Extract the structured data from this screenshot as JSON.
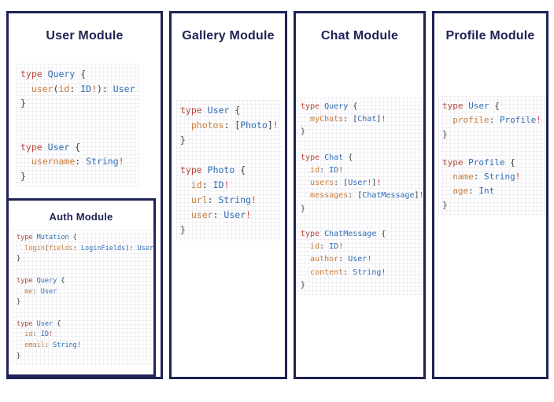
{
  "colors": {
    "navy": "#1f2254",
    "kw": "#b8463b",
    "tn": "#2f6cb3",
    "fn": "#ca7b38",
    "p": "#3d4147",
    "ex": "#d24435"
  },
  "modules": {
    "user": {
      "title": "User Module",
      "lines": [
        [
          [
            "type",
            "kw"
          ],
          [
            " ",
            "p"
          ],
          [
            "Query",
            "tn"
          ],
          [
            " {",
            "p"
          ]
        ],
        [
          [
            "  ",
            "p"
          ],
          [
            "user",
            "fn"
          ],
          [
            "(",
            "p"
          ],
          [
            "id",
            "fn"
          ],
          [
            ": ",
            "p"
          ],
          [
            "ID",
            "tn"
          ],
          [
            "!",
            "ex"
          ],
          [
            "): ",
            "p"
          ],
          [
            "User",
            "tn"
          ]
        ],
        [
          [
            "}",
            "p"
          ]
        ],
        [],
        [],
        [
          [
            "type",
            "kw"
          ],
          [
            " ",
            "p"
          ],
          [
            "User",
            "tn"
          ],
          [
            " {",
            "p"
          ]
        ],
        [
          [
            "  ",
            "p"
          ],
          [
            "username",
            "fn"
          ],
          [
            ": ",
            "p"
          ],
          [
            "String",
            "tn"
          ],
          [
            "!",
            "ex"
          ]
        ],
        [
          [
            "}",
            "p"
          ]
        ]
      ]
    },
    "auth": {
      "title": "Auth Module",
      "lines": [
        [
          [
            "type",
            "kw"
          ],
          [
            " ",
            "p"
          ],
          [
            "Mutation",
            "tn"
          ],
          [
            " {",
            "p"
          ]
        ],
        [
          [
            "  ",
            "p"
          ],
          [
            "login",
            "fn"
          ],
          [
            "(",
            "p"
          ],
          [
            "fields",
            "fn"
          ],
          [
            ": ",
            "p"
          ],
          [
            "LoginFields",
            "tn"
          ],
          [
            "): ",
            "p"
          ],
          [
            "User",
            "tn"
          ]
        ],
        [
          [
            "}",
            "p"
          ]
        ],
        [],
        [
          [
            "type",
            "kw"
          ],
          [
            " ",
            "p"
          ],
          [
            "Query",
            "tn"
          ],
          [
            " {",
            "p"
          ]
        ],
        [
          [
            "  ",
            "p"
          ],
          [
            "me",
            "fn"
          ],
          [
            ": ",
            "p"
          ],
          [
            "User",
            "tn"
          ]
        ],
        [
          [
            "}",
            "p"
          ]
        ],
        [],
        [
          [
            "type",
            "kw"
          ],
          [
            " ",
            "p"
          ],
          [
            "User",
            "tn"
          ],
          [
            " {",
            "p"
          ]
        ],
        [
          [
            "  ",
            "p"
          ],
          [
            "id",
            "fn"
          ],
          [
            ": ",
            "p"
          ],
          [
            "ID",
            "tn"
          ],
          [
            "!",
            "ex"
          ]
        ],
        [
          [
            "  ",
            "p"
          ],
          [
            "email",
            "fn"
          ],
          [
            ": ",
            "p"
          ],
          [
            "String",
            "tn"
          ],
          [
            "!",
            "ex"
          ]
        ],
        [
          [
            "}",
            "p"
          ]
        ]
      ]
    },
    "gallery": {
      "title": "Gallery Module",
      "lines": [
        [
          [
            "type",
            "kw"
          ],
          [
            " ",
            "p"
          ],
          [
            "User",
            "tn"
          ],
          [
            " {",
            "p"
          ]
        ],
        [
          [
            "  ",
            "p"
          ],
          [
            "photos",
            "fn"
          ],
          [
            ": ",
            "p"
          ],
          [
            "[",
            "p"
          ],
          [
            "Photo",
            "tn"
          ],
          [
            "]",
            "p"
          ],
          [
            "!",
            "ex"
          ]
        ],
        [
          [
            "}",
            "p"
          ]
        ],
        [],
        [
          [
            "type",
            "kw"
          ],
          [
            " ",
            "p"
          ],
          [
            "Photo",
            "tn"
          ],
          [
            " {",
            "p"
          ]
        ],
        [
          [
            "  ",
            "p"
          ],
          [
            "id",
            "fn"
          ],
          [
            ": ",
            "p"
          ],
          [
            "ID",
            "tn"
          ],
          [
            "!",
            "ex"
          ]
        ],
        [
          [
            "  ",
            "p"
          ],
          [
            "url",
            "fn"
          ],
          [
            ": ",
            "p"
          ],
          [
            "String",
            "tn"
          ],
          [
            "!",
            "ex"
          ]
        ],
        [
          [
            "  ",
            "p"
          ],
          [
            "user",
            "fn"
          ],
          [
            ": ",
            "p"
          ],
          [
            "User",
            "tn"
          ],
          [
            "!",
            "ex"
          ]
        ],
        [
          [
            "}",
            "p"
          ]
        ]
      ]
    },
    "chat": {
      "title": "Chat Module",
      "lines": [
        [
          [
            "type",
            "kw"
          ],
          [
            " ",
            "p"
          ],
          [
            "Query",
            "tn"
          ],
          [
            " {",
            "p"
          ]
        ],
        [
          [
            "  ",
            "p"
          ],
          [
            "myChats",
            "fn"
          ],
          [
            ": ",
            "p"
          ],
          [
            "[",
            "p"
          ],
          [
            "Chat",
            "tn"
          ],
          [
            "]",
            "p"
          ],
          [
            "!",
            "ex"
          ]
        ],
        [
          [
            "}",
            "p"
          ]
        ],
        [],
        [
          [
            "type",
            "kw"
          ],
          [
            " ",
            "p"
          ],
          [
            "Chat",
            "tn"
          ],
          [
            " {",
            "p"
          ]
        ],
        [
          [
            "  ",
            "p"
          ],
          [
            "id",
            "fn"
          ],
          [
            ": ",
            "p"
          ],
          [
            "ID",
            "tn"
          ],
          [
            "!",
            "ex"
          ]
        ],
        [
          [
            "  ",
            "p"
          ],
          [
            "users",
            "fn"
          ],
          [
            ": ",
            "p"
          ],
          [
            "[",
            "p"
          ],
          [
            "User",
            "tn"
          ],
          [
            "!",
            "ex"
          ],
          [
            "]",
            "p"
          ],
          [
            "!",
            "ex"
          ]
        ],
        [
          [
            "  ",
            "p"
          ],
          [
            "messages",
            "fn"
          ],
          [
            ": ",
            "p"
          ],
          [
            "[",
            "p"
          ],
          [
            "ChatMessage",
            "tn"
          ],
          [
            "]",
            "p"
          ],
          [
            "!",
            "ex"
          ]
        ],
        [
          [
            "}",
            "p"
          ]
        ],
        [],
        [
          [
            "type",
            "kw"
          ],
          [
            " ",
            "p"
          ],
          [
            "ChatMessage",
            "tn"
          ],
          [
            " {",
            "p"
          ]
        ],
        [
          [
            "  ",
            "p"
          ],
          [
            "id",
            "fn"
          ],
          [
            ": ",
            "p"
          ],
          [
            "ID",
            "tn"
          ],
          [
            "!",
            "ex"
          ]
        ],
        [
          [
            "  ",
            "p"
          ],
          [
            "author",
            "fn"
          ],
          [
            ": ",
            "p"
          ],
          [
            "User",
            "tn"
          ],
          [
            "!",
            "ex"
          ]
        ],
        [
          [
            "  ",
            "p"
          ],
          [
            "content",
            "fn"
          ],
          [
            ": ",
            "p"
          ],
          [
            "String",
            "tn"
          ],
          [
            "!",
            "ex"
          ]
        ],
        [
          [
            "}",
            "p"
          ]
        ]
      ]
    },
    "profile": {
      "title": "Profile Module",
      "lines": [
        [
          [
            "type",
            "kw"
          ],
          [
            " ",
            "p"
          ],
          [
            "User",
            "tn"
          ],
          [
            " {",
            "p"
          ]
        ],
        [
          [
            "  ",
            "p"
          ],
          [
            "profile",
            "fn"
          ],
          [
            ": ",
            "p"
          ],
          [
            "Profile",
            "tn"
          ],
          [
            "!",
            "ex"
          ]
        ],
        [
          [
            "}",
            "p"
          ]
        ],
        [],
        [
          [
            "type",
            "kw"
          ],
          [
            " ",
            "p"
          ],
          [
            "Profile",
            "tn"
          ],
          [
            " {",
            "p"
          ]
        ],
        [
          [
            "  ",
            "p"
          ],
          [
            "name",
            "fn"
          ],
          [
            ": ",
            "p"
          ],
          [
            "String",
            "tn"
          ],
          [
            "!",
            "ex"
          ]
        ],
        [
          [
            "  ",
            "p"
          ],
          [
            "age",
            "fn"
          ],
          [
            ": ",
            "p"
          ],
          [
            "Int",
            "tn"
          ]
        ],
        [
          [
            "}",
            "p"
          ]
        ]
      ]
    }
  }
}
